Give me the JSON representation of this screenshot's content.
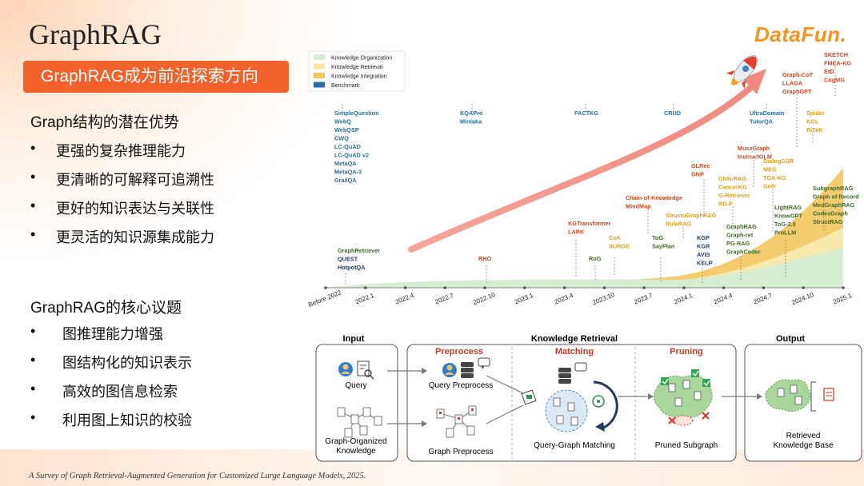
{
  "slide": {
    "title": "GraphRAG",
    "banner": "GraphRAG成为前沿探索方向",
    "logo": "DataFun.",
    "section1": {
      "heading": "Graph结构的潜在优势",
      "items": [
        "更强的复杂推理能力",
        "更清晰的可解释可追溯性",
        "更好的知识表达与关联性",
        "更灵活的知识源集成能力"
      ]
    },
    "section2": {
      "heading": "GraphRAG的核心议题",
      "items": [
        "图推理能力增强",
        "图结构化的知识表示",
        "高效的图信息检索",
        "利用图上知识的校验"
      ]
    },
    "bullet_symbol": "•",
    "citation": "A Survey of Graph Retrieval-Augmented Generation for Customized Large Language Models, 2025."
  },
  "timeline": {
    "legend": [
      {
        "label": "Knowledge Organization",
        "color": "#d5ecd4"
      },
      {
        "label": "Knowledge Retrieval",
        "color": "#f7e7a1"
      },
      {
        "label": "Knowledge Integration",
        "color": "#f2c45a"
      },
      {
        "label": "Benchmark",
        "color": "#2a6f97"
      }
    ],
    "x_ticks": [
      "Before 2022",
      "2022.1",
      "2022.4",
      "2022.7",
      "2022.10",
      "2023.1",
      "2023.4",
      "2023.10",
      "2023.7",
      "2024.1",
      "2024.4",
      "2024.7",
      "2024.10",
      "2025.1"
    ],
    "colors": {
      "benchmark": "#2a6f97",
      "retrieval": "#d9a01a",
      "organization": "#3f6b2a",
      "integration": "#c9461e",
      "red": "#d73a2a",
      "dark": "#1f3b5a"
    },
    "labels": [
      {
        "text": "SimpleQuestion",
        "c": "benchmark"
      },
      {
        "text": "WebQ",
        "c": "benchmark"
      },
      {
        "text": "WebQSP",
        "c": "benchmark"
      },
      {
        "text": "CWQ",
        "c": "benchmark"
      },
      {
        "text": "LC-QuAD",
        "c": "benchmark"
      },
      {
        "text": "LC-QuAD v2",
        "c": "benchmark"
      },
      {
        "text": "MetaQA",
        "c": "benchmark"
      },
      {
        "text": "MetaQA-3",
        "c": "benchmark"
      },
      {
        "text": "GrailQA",
        "c": "benchmark"
      },
      {
        "text": "KQAPro",
        "c": "benchmark"
      },
      {
        "text": "Mintaka",
        "c": "benchmark"
      },
      {
        "text": "FACTKG",
        "c": "benchmark"
      },
      {
        "text": "CRUD",
        "c": "benchmark"
      },
      {
        "text": "UltraDomain",
        "c": "benchmark"
      },
      {
        "text": "TutorQA",
        "c": "benchmark"
      },
      {
        "text": "GraphRetriever",
        "c": "organization"
      },
      {
        "text": "QUEST",
        "c": "dark"
      },
      {
        "text": "HotpotQA",
        "c": "dark"
      },
      {
        "text": "RHO",
        "c": "integration"
      },
      {
        "text": "KGTransformer",
        "c": "integration"
      },
      {
        "text": "LARK",
        "c": "integration"
      },
      {
        "text": "RoG",
        "c": "organization"
      },
      {
        "text": "CoK",
        "c": "retrieval"
      },
      {
        "text": "SURGE",
        "c": "retrieval"
      },
      {
        "text": "ToG",
        "c": "organization"
      },
      {
        "text": "SayPlan",
        "c": "organization"
      },
      {
        "text": "Chain-of-Knowledge",
        "c": "integration"
      },
      {
        "text": "MindMap",
        "c": "integration"
      },
      {
        "text": "StructuGraphRAG",
        "c": "retrieval"
      },
      {
        "text": "RuleRAG",
        "c": "retrieval"
      },
      {
        "text": "GLRec",
        "c": "integration"
      },
      {
        "text": "GNP",
        "c": "integration"
      },
      {
        "text": "KGP",
        "c": "dark"
      },
      {
        "text": "KGR",
        "c": "dark"
      },
      {
        "text": "AVIS",
        "c": "dark"
      },
      {
        "text": "KELP",
        "c": "dark"
      },
      {
        "text": "GNN-RAG",
        "c": "retrieval"
      },
      {
        "text": "CancerKG",
        "c": "retrieval"
      },
      {
        "text": "G-Retriever",
        "c": "retrieval"
      },
      {
        "text": "RD-P",
        "c": "retrieval"
      },
      {
        "text": "GraphRAG",
        "c": "organization"
      },
      {
        "text": "Graph-ret",
        "c": "organization"
      },
      {
        "text": "PG-RAG",
        "c": "organization"
      },
      {
        "text": "GraphCoder",
        "c": "organization"
      },
      {
        "text": "MuseGraph",
        "c": "integration"
      },
      {
        "text": "InstructGLM",
        "c": "integration"
      },
      {
        "text": "DialogGSR",
        "c": "retrieval"
      },
      {
        "text": "MEG",
        "c": "retrieval"
      },
      {
        "text": "TOA-KG",
        "c": "retrieval"
      },
      {
        "text": "GoR",
        "c": "retrieval"
      },
      {
        "text": "LightRAG",
        "c": "organization"
      },
      {
        "text": "KnowGPT",
        "c": "organization"
      },
      {
        "text": "ToG-2.0",
        "c": "organization"
      },
      {
        "text": "ProLLM",
        "c": "organization"
      },
      {
        "text": "Graph-CoT",
        "c": "integration"
      },
      {
        "text": "LLAGA",
        "c": "integration"
      },
      {
        "text": "GraphGPT",
        "c": "integration"
      },
      {
        "text": "Spider",
        "c": "retrieval"
      },
      {
        "text": "KGL",
        "c": "retrieval"
      },
      {
        "text": "RiTeK",
        "c": "retrieval"
      },
      {
        "text": "SKETCH",
        "c": "integration"
      },
      {
        "text": "FMEA-KG",
        "c": "integration"
      },
      {
        "text": "EtD",
        "c": "integration"
      },
      {
        "text": "CogMG",
        "c": "integration"
      },
      {
        "text": "SubgraphRAG",
        "c": "organization"
      },
      {
        "text": "Graph of Record",
        "c": "organization"
      },
      {
        "text": "MedGraphRAG",
        "c": "organization"
      },
      {
        "text": "CodexGraph",
        "c": "organization"
      },
      {
        "text": "StructRAG",
        "c": "organization"
      }
    ]
  },
  "pipeline": {
    "stages": {
      "input": "Input",
      "retrieval": "Knowledge Retrieval",
      "output": "Output"
    },
    "substages": {
      "preprocess": "Preprocess",
      "matching": "Matching",
      "pruning": "Pruning"
    },
    "captions": {
      "query": "Query",
      "graph_knowledge_1": "Graph-Organized",
      "graph_knowledge_2": "Knowledge",
      "query_preprocess": "Query Preprocess",
      "graph_preprocess": "Graph Preprocess",
      "matching": "Query-Graph Matching",
      "pruned": "Pruned Subgraph",
      "retrieved_1": "Retrieved",
      "retrieved_2": "Knowledge Base"
    }
  }
}
